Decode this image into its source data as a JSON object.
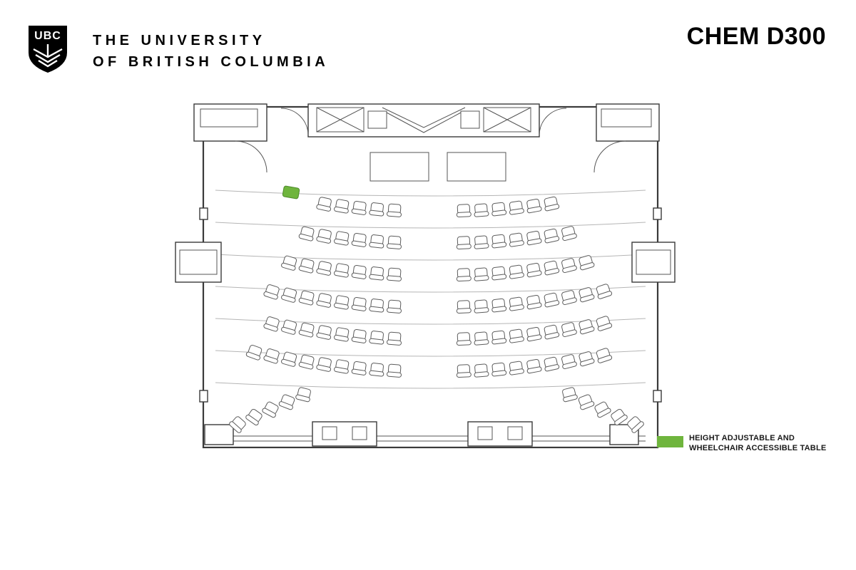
{
  "header": {
    "logo_text": "UBC",
    "university_line1": "THE UNIVERSITY",
    "university_line2": "OF BRITISH COLUMBIA",
    "room_title": "CHEM D300"
  },
  "legend": {
    "line1": "HEIGHT ADJUSTABLE AND",
    "line2": "WHEELCHAIR ACCESSIBLE TABLE"
  },
  "colors": {
    "wall": "#3a3a3a",
    "seat_stroke": "#5c5c5c",
    "accessible_green": "#6fb53d",
    "accessible_green_border": "#4e8a2b",
    "background": "#ffffff"
  },
  "floorplan": {
    "room_name": "CHEM D300",
    "left_block_rows": [
      5,
      6,
      7,
      8,
      8,
      9
    ],
    "right_block_rows": [
      6,
      7,
      8,
      9,
      9,
      9
    ],
    "corner_left_seats": 5,
    "corner_right_seats": 5,
    "accessible_tables": 1
  }
}
